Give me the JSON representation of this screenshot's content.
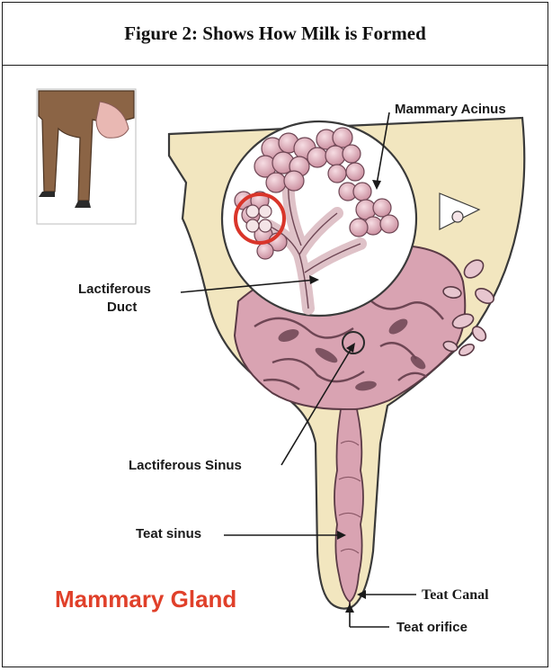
{
  "figure": {
    "title": "Figure 2: Shows How Milk is Formed"
  },
  "labels": {
    "mammary_acinus": "Mammary Acinus",
    "lactiferous_duct_line1": "Lactiferous",
    "lactiferous_duct_line2": "Duct",
    "lactiferous_sinus": "Lactiferous Sinus",
    "teat_sinus": "Teat sinus",
    "teat_canal": "Teat Canal",
    "teat_orifice": "Teat orifice",
    "diagram_name": "Mammary Gland"
  },
  "colors": {
    "tissue_pink": "#d9a3b2",
    "tissue_dark": "#6e4654",
    "fat_beige": "#f2e6bf",
    "outline": "#3a3a3a",
    "highlight_red": "#d9352a",
    "cow_brown": "#8b6445",
    "udder_pink": "#e9b8b3"
  }
}
